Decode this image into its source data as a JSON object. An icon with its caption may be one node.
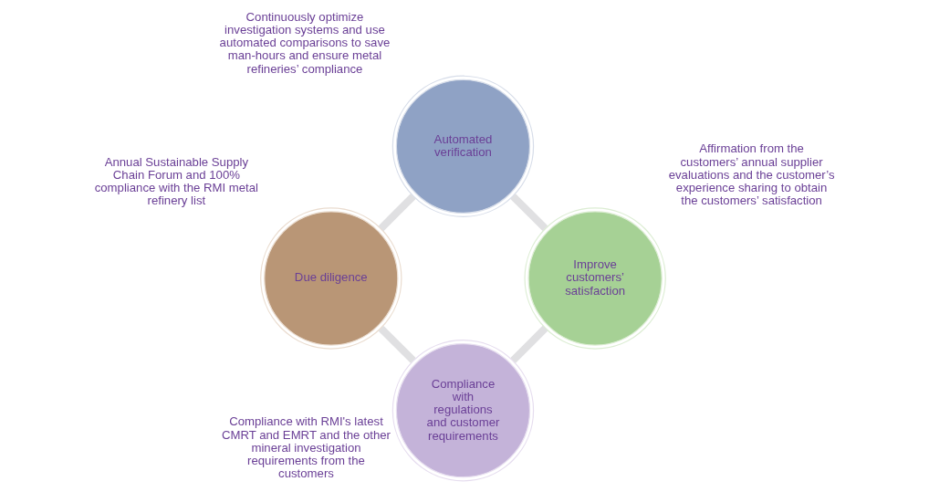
{
  "diagram": {
    "nodes": [
      {
        "text": [
          "Compliance with regulations and customer requirements"
        ],
        "beside": [
          "Compliance with RMI's latest CMRT and EMRT and the other mineral investigation requirements from the customers"
        ]
      },
      {
        "text": [
          "Due diligence"
        ],
        "beside": [
          "Annual Sustainable Supply Chain Forum and 100% compliance with the RMI metal refinery list"
        ]
      },
      {
        "text": [
          "Improve customers’ satisfaction"
        ],
        "beside": [
          "Affirmation from the customers’ annual supplier evaluations and the customer’s experience sharing to obtain the customers’ satisfaction"
        ]
      },
      {
        "text": [
          "Automated verification"
        ],
        "beside": [
          "Continuously optimize investigation systems and use automated comparisons to save man-hours and ensure metal refineries’ compliance"
        ]
      }
    ],
    "edges": [
      {
        "from": 0,
        "to": 1,
        "arrow": "none"
      },
      {
        "from": 1,
        "to": 3,
        "arrow": "none"
      },
      {
        "from": 3,
        "to": 2,
        "arrow": "none"
      },
      {
        "from": 2,
        "to": 0,
        "arrow": "none"
      }
    ]
  }
}
